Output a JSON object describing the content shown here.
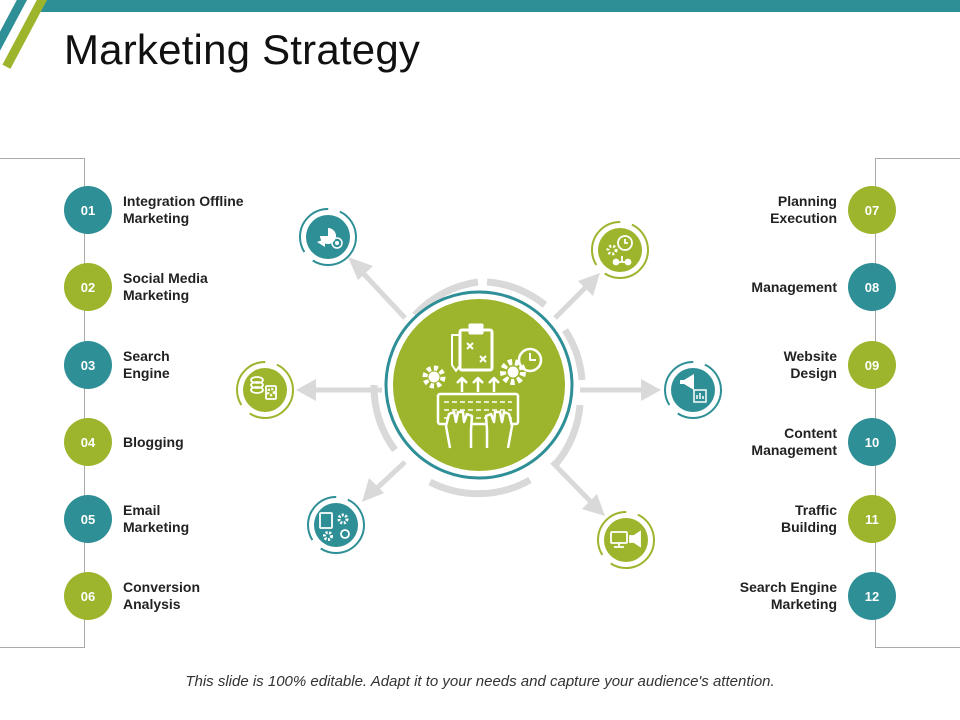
{
  "title": "Marketing Strategy",
  "footer": "This slide is 100% editable. Adapt it to your needs and capture your audience's attention.",
  "colors": {
    "teal": "#2e8f96",
    "green": "#9cb52c",
    "arrow": "#d9d9d9"
  },
  "left_items": [
    {
      "num": "01",
      "label": "Integration Offline Marketing",
      "color": "teal"
    },
    {
      "num": "02",
      "label": "Social Media Marketing",
      "color": "green"
    },
    {
      "num": "03",
      "label": "Search Engine",
      "color": "teal"
    },
    {
      "num": "04",
      "label": "Blogging",
      "color": "green"
    },
    {
      "num": "05",
      "label": "Email Marketing",
      "color": "teal"
    },
    {
      "num": "06",
      "label": "Conversion Analysis",
      "color": "green"
    }
  ],
  "right_items": [
    {
      "num": "07",
      "label": "Planning Execution",
      "color": "green"
    },
    {
      "num": "08",
      "label": "Management",
      "color": "teal"
    },
    {
      "num": "09",
      "label": "Website Design",
      "color": "green"
    },
    {
      "num": "10",
      "label": "Content Management",
      "color": "teal"
    },
    {
      "num": "11",
      "label": "Traffic Building",
      "color": "green"
    },
    {
      "num": "12",
      "label": "Search Engine Marketing",
      "color": "teal"
    }
  ],
  "hub_icon": "planning-keyboard-gears-icon",
  "satellites": [
    {
      "icon": "pie-chart-megaphone-target-icon",
      "color": "teal"
    },
    {
      "icon": "stopwatch-gear-network-icon",
      "color": "green"
    },
    {
      "icon": "coins-gear-icon",
      "color": "green"
    },
    {
      "icon": "megaphone-chart-icon",
      "color": "teal"
    },
    {
      "icon": "clipboard-gears-icon",
      "color": "teal"
    },
    {
      "icon": "monitor-megaphone-icon",
      "color": "green"
    }
  ]
}
